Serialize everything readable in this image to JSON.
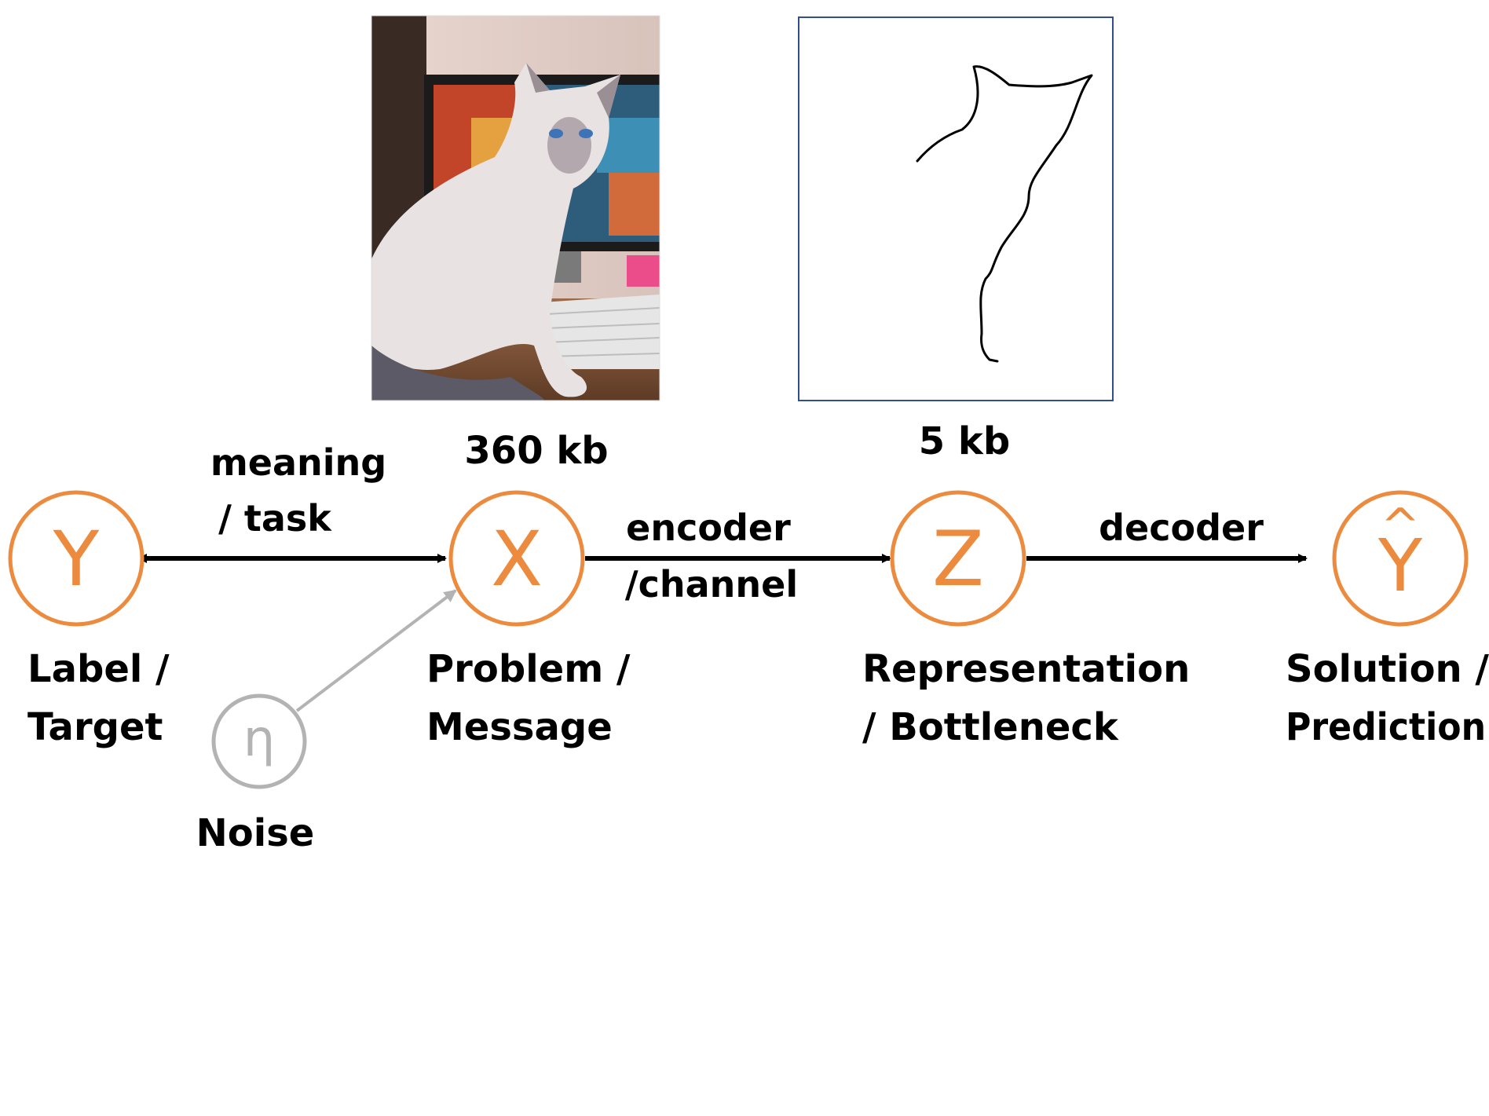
{
  "sizes": {
    "photo": "360 kb",
    "sketch": "5 kb"
  },
  "nodes": {
    "y": {
      "symbol": "Y",
      "line1": "Label /",
      "line2": "Target"
    },
    "x": {
      "symbol": "X",
      "line1": "Problem /",
      "line2": "Message"
    },
    "z": {
      "symbol": "Z",
      "line1": "Representation",
      "line2": "/ Bottleneck"
    },
    "yhat": {
      "symbol": "Y",
      "hat": "^",
      "line1": "Solution /",
      "line2": "Prediction"
    },
    "noise": {
      "symbol": "η",
      "label": "Noise"
    }
  },
  "edges": {
    "meaning": {
      "line1": "meaning",
      "line2": "/ task"
    },
    "encoder": {
      "line1": "encoder",
      "line2": "/channel"
    },
    "decoder": {
      "line1": "decoder"
    }
  },
  "colors": {
    "node": "#ec8a3e",
    "arrow": "#000000",
    "noise": "#b3b3b3",
    "frame": "#2f4f8f"
  },
  "images": {
    "photo": "siamese-cat-photo",
    "sketch": "cat-outline-sketch"
  }
}
